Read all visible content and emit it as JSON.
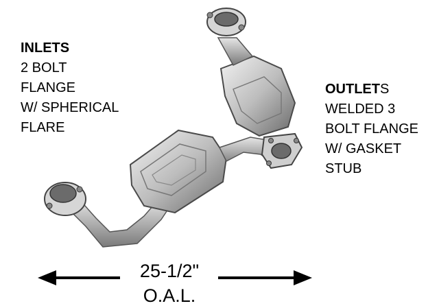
{
  "inlets": {
    "heading": "INLETS",
    "lines": [
      "2 BOLT",
      "FLANGE",
      "W/ SPHERICAL",
      "FLARE"
    ]
  },
  "outlets": {
    "heading_bold": "OUTLET",
    "heading_tail": "S",
    "lines": [
      "WELDED 3",
      "BOLT FLANGE",
      "W/ GASKET",
      "STUB"
    ]
  },
  "dimension": {
    "value": "25-1/2\"",
    "unit": "O.A.L."
  },
  "icons": {
    "product": "catalytic-converter-illustration",
    "arrow_left": "arrow-left-icon",
    "arrow_right": "arrow-right-icon"
  },
  "colors": {
    "text": "#000000",
    "metal_light": "#d8d8d8",
    "metal_dark": "#6a6a6a"
  }
}
